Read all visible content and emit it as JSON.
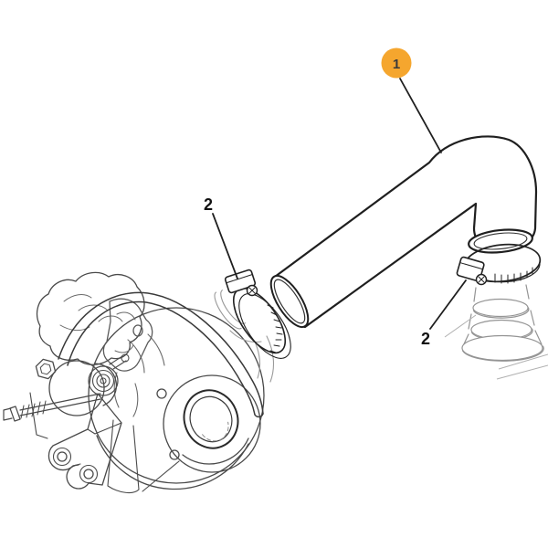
{
  "figure": {
    "background_color": "#ffffff",
    "accent_color": "#F5A62E",
    "line_color": "#1f1f1f",
    "callouts": [
      {
        "label": "1",
        "marker": "orange-balloon",
        "points_to": "air-intake-hose"
      },
      {
        "label": "2",
        "marker": "plain-text",
        "points_to": "hose-clamp-at-turbo"
      },
      {
        "label": "2",
        "marker": "plain-text",
        "points_to": "hose-clamp-at-elbow"
      }
    ]
  }
}
